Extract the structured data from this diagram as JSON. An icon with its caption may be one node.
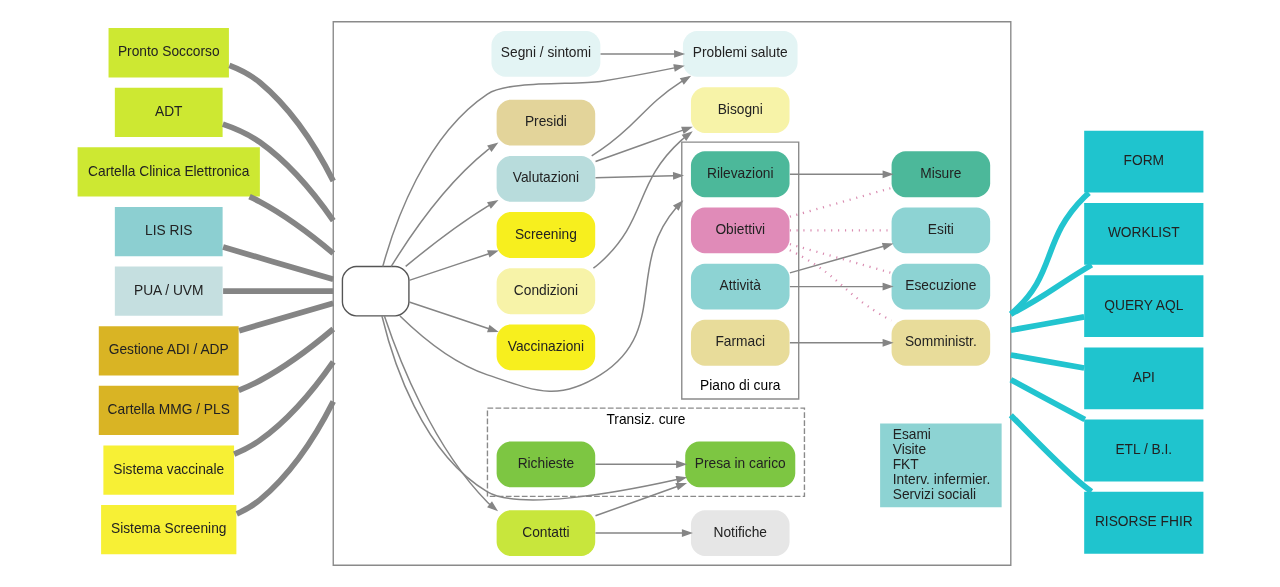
{
  "diagram": {
    "nodes": [
      {
        "text": [
          "Pronto Soccorso"
        ]
      },
      {
        "text": [
          "ADT"
        ]
      },
      {
        "text": [
          "Cartella Clinica Elettronica"
        ]
      },
      {
        "text": [
          "LIS RIS"
        ]
      },
      {
        "text": [
          "PUA / UVM"
        ]
      },
      {
        "text": [
          "Gestione ADI / ADP"
        ]
      },
      {
        "text": [
          "Cartella MMG / PLS"
        ]
      },
      {
        "text": [
          "Sistema vaccinale"
        ]
      },
      {
        "text": [
          "Sistema Screening"
        ]
      },
      {
        "text": [],
        "shape": "box"
      },
      {
        "text": [
          "Transiz. cure"
        ],
        "in": 9
      },
      {
        "text": [
          "Segni / sintomi"
        ],
        "in": 9
      },
      {
        "text": [
          "Richieste"
        ],
        "in": 10
      },
      {
        "text": [
          "Notifiche"
        ],
        "in": 9
      },
      {
        "text": [
          "Condizioni"
        ],
        "in": 9
      },
      {
        "text": [
          "Problemi salute"
        ],
        "in": 9
      },
      {
        "text": [
          "Presa in carico"
        ],
        "in": 10
      },
      {
        "text": [
          "Contatti"
        ],
        "in": 9
      },
      {
        "text": [
          "Bisogni"
        ],
        "in": 9
      },
      {
        "text": [
          "Valutazioni"
        ],
        "in": 9
      },
      {
        "text": [],
        "shape": "box",
        "in": 9
      },
      {
        "text": [
          "Vaccinazioni"
        ],
        "in": 9
      },
      {
        "text": [
          "Screening"
        ],
        "in": 9
      },
      {
        "text": [
          "Esami",
          "Visite",
          "FKT",
          "Interv. infermier.",
          "Servizi sociali"
        ],
        "in": 9
      },
      {
        "text": [
          "Piano di cura"
        ],
        "in": 9
      },
      {
        "text": [
          "Attività"
        ],
        "in": 24
      },
      {
        "text": [
          "Rilevazioni"
        ],
        "in": 24
      },
      {
        "text": [
          "Farmaci"
        ],
        "in": 24
      },
      {
        "text": [
          "Obiettivi"
        ],
        "in": 24
      },
      {
        "text": [
          "Presidi"
        ],
        "in": 9
      },
      {
        "text": [
          "Esecuzione"
        ],
        "in": 9
      },
      {
        "text": [
          "Esiti"
        ],
        "in": 9
      },
      {
        "text": [
          "Misure"
        ],
        "in": 9
      },
      {
        "text": [
          "Somministr."
        ],
        "in": 9
      },
      {
        "text": [
          "FORM"
        ]
      },
      {
        "text": [
          "WORKLIST"
        ]
      },
      {
        "text": [
          "QUERY AQL"
        ]
      },
      {
        "text": [
          "API"
        ]
      },
      {
        "text": [
          "ETL / B.I."
        ]
      },
      {
        "text": [
          "RISORSE FHIR"
        ]
      }
    ],
    "edges": [
      {
        "from": 0,
        "to": 9,
        "arrow": "none",
        "style": "thick"
      },
      {
        "from": 1,
        "to": 9,
        "arrow": "none",
        "style": "thick"
      },
      {
        "from": 2,
        "to": 9,
        "arrow": "none",
        "style": "thick"
      },
      {
        "from": 3,
        "to": 9,
        "arrow": "none",
        "style": "thick"
      },
      {
        "from": 4,
        "to": 9,
        "arrow": "none",
        "style": "thick"
      },
      {
        "from": 5,
        "to": 9,
        "arrow": "none",
        "style": "thick"
      },
      {
        "from": 6,
        "to": 9,
        "arrow": "none",
        "style": "thick"
      },
      {
        "from": 7,
        "to": 9,
        "arrow": "none",
        "style": "thick"
      },
      {
        "from": 8,
        "to": 9,
        "arrow": "none",
        "style": "thick"
      },
      {
        "from": 11,
        "to": 15,
        "arrow": "to"
      },
      {
        "from": 12,
        "to": 16,
        "arrow": "to"
      },
      {
        "from": 17,
        "to": 13,
        "arrow": "to"
      },
      {
        "from": 17,
        "to": 16,
        "arrow": "to"
      },
      {
        "from": 14,
        "to": 18,
        "arrow": "to"
      },
      {
        "from": 19,
        "to": 15,
        "arrow": "to"
      },
      {
        "from": 19,
        "to": 18,
        "arrow": "to"
      },
      {
        "from": 20,
        "to": 19,
        "arrow": "to"
      },
      {
        "from": 20,
        "to": 15,
        "arrow": "to"
      },
      {
        "from": 20,
        "to": 16,
        "arrow": "to"
      },
      {
        "from": 20,
        "to": 17,
        "arrow": "to"
      },
      {
        "from": 20,
        "to": 21,
        "arrow": "to"
      },
      {
        "from": 20,
        "to": 22,
        "arrow": "to"
      },
      {
        "from": 20,
        "to": 29,
        "arrow": "to"
      },
      {
        "from": 19,
        "to": 24,
        "arrow": "to"
      },
      {
        "from": 20,
        "to": 24,
        "arrow": "to"
      },
      {
        "from": 25,
        "to": 30,
        "arrow": "to"
      },
      {
        "from": 25,
        "to": 31,
        "arrow": "to"
      },
      {
        "from": 26,
        "to": 32,
        "arrow": "to"
      },
      {
        "from": 27,
        "to": 33,
        "arrow": "to"
      },
      {
        "from": 28,
        "to": 30,
        "arrow": "none",
        "style": "dashed",
        "color": "#d98bb0"
      },
      {
        "from": 28,
        "to": 31,
        "arrow": "none",
        "style": "dashed",
        "color": "#d98bb0"
      },
      {
        "from": 28,
        "to": 32,
        "arrow": "none",
        "style": "dashed",
        "color": "#d98bb0"
      },
      {
        "from": 28,
        "to": 33,
        "arrow": "none",
        "style": "dashed",
        "color": "#d98bb0"
      },
      {
        "from": 9,
        "to": 34,
        "arrow": "none",
        "style": "thick",
        "color": "#22c4cf"
      },
      {
        "from": 9,
        "to": 35,
        "arrow": "none",
        "style": "thick",
        "color": "#22c4cf"
      },
      {
        "from": 9,
        "to": 36,
        "arrow": "none",
        "style": "thick",
        "color": "#22c4cf"
      },
      {
        "from": 9,
        "to": 37,
        "arrow": "none",
        "style": "thick",
        "color": "#22c4cf"
      },
      {
        "from": 9,
        "to": 38,
        "arrow": "none",
        "style": "thick",
        "color": "#22c4cf"
      },
      {
        "from": 9,
        "to": 39,
        "arrow": "none",
        "style": "thick",
        "color": "#22c4cf"
      }
    ]
  }
}
